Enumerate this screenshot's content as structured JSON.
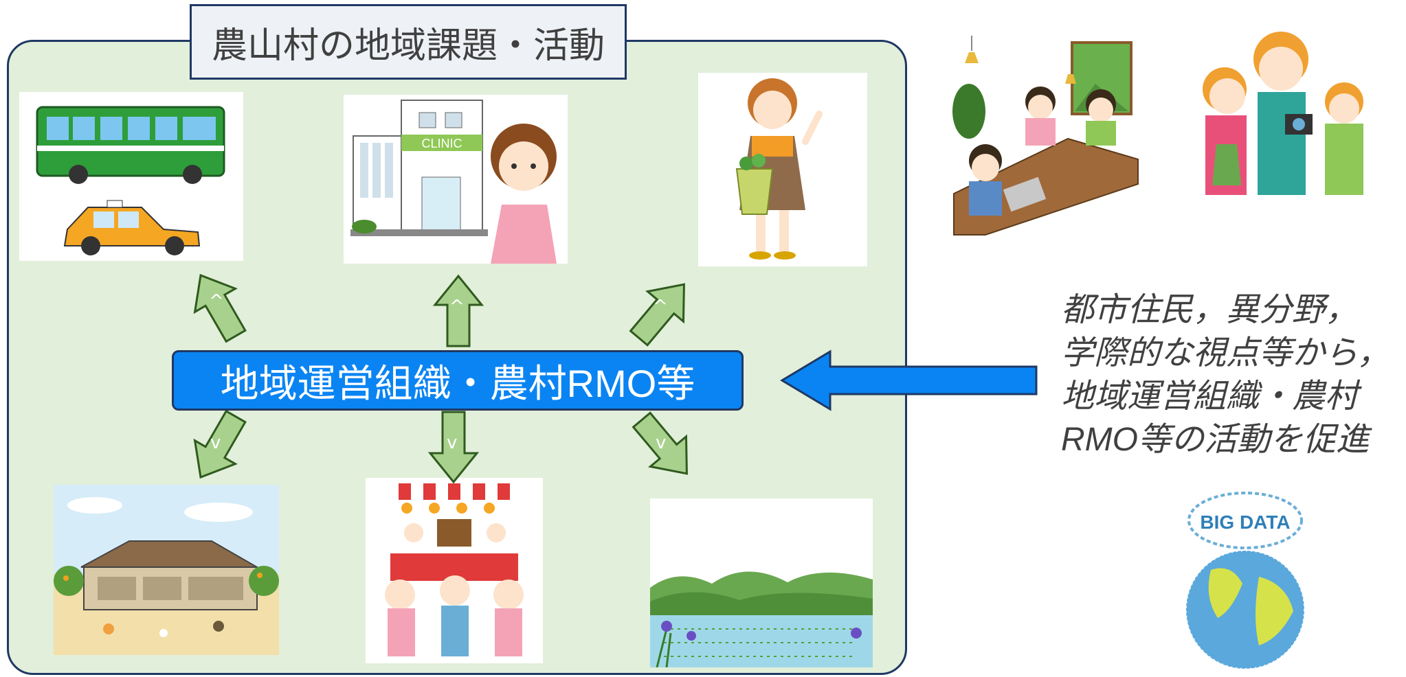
{
  "title": "農山村の地域課題・活動",
  "hub_label": "地域運営組織・農村RMO等",
  "side_text_lines": [
    "都市住民，異分野，",
    "学際的な視点等から，",
    "地域運営組織・農村",
    "RMO等の活動を促進"
  ],
  "clinic_sign": "CLINIC",
  "big_data_label": "BIG DATA",
  "arrow_marks": {
    "up": "^",
    "down": "v"
  },
  "colors": {
    "panel_fill": "#e2efda",
    "panel_border": "#1f3864",
    "hub_fill": "#0a84f3",
    "arrow_green": "#a9d18e",
    "arrow_blue": "#0a84f3"
  },
  "illustrations": [
    "bus-and-taxi-illustration",
    "clinic-and-nurse-illustration",
    "shopper-illustration",
    "farmhouse-illustration",
    "festival-illustration",
    "rice-field-landscape-illustration",
    "meeting-illustration",
    "tourists-illustration",
    "big-data-globe-illustration"
  ]
}
